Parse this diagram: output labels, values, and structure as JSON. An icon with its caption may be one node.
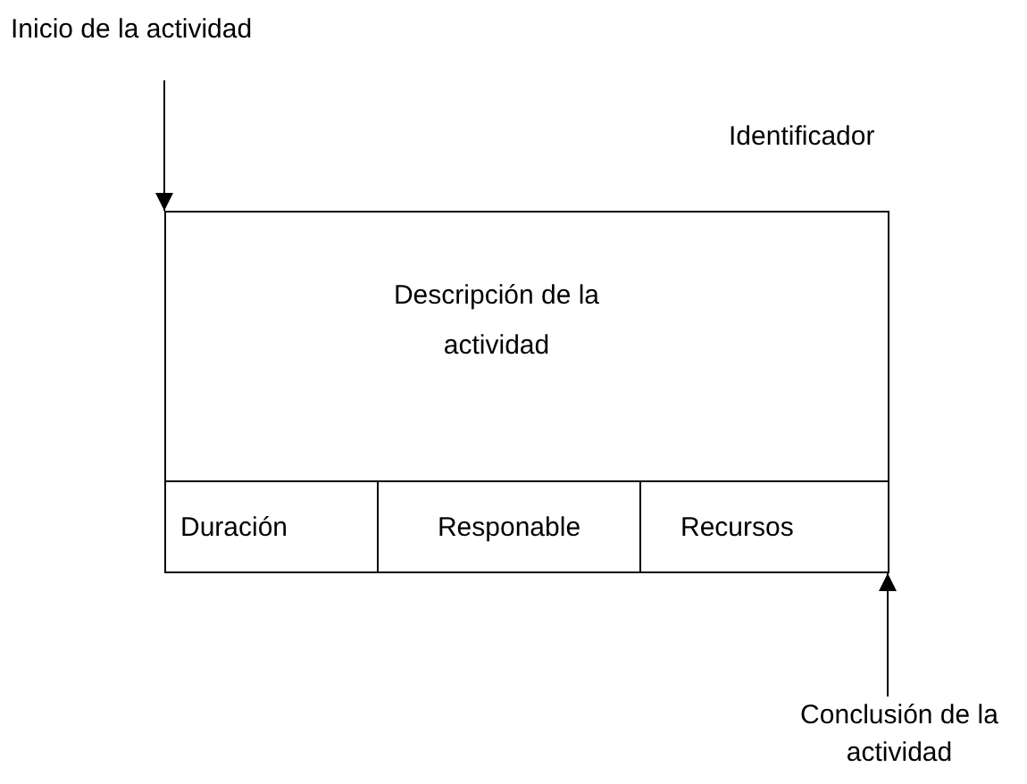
{
  "diagram": {
    "nodes": [
      {
        "text": [
          "Inicio de la actividad"
        ]
      },
      {
        "text": [
          "Descripción de la actividad"
        ]
      },
      {
        "text": [
          "Duración"
        ],
        "in": 1
      },
      {
        "text": [
          "Responable"
        ],
        "in": 1
      },
      {
        "text": [
          "Recursos"
        ],
        "in": 1
      },
      {
        "text": [
          "Conclusión de la actividad"
        ]
      }
    ],
    "edges": [
      {
        "from": 0,
        "to": 1,
        "arrow": "to"
      },
      {
        "from": 5,
        "to": 1,
        "arrow": "to"
      }
    ],
    "labels": [
      "Identificador"
    ]
  }
}
